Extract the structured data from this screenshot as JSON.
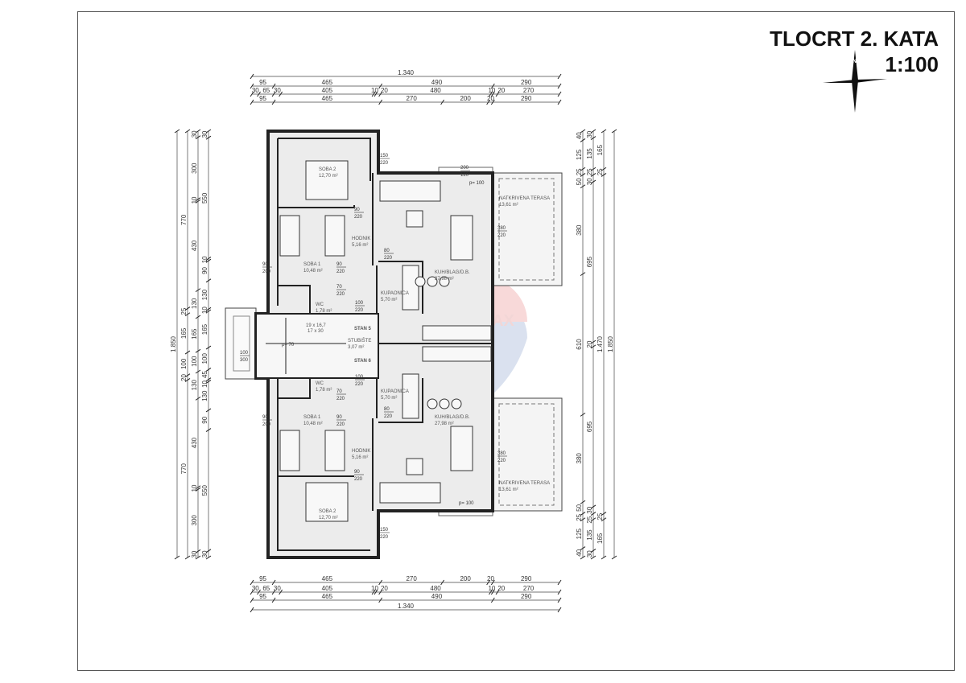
{
  "title": {
    "line1": "TLOCRT 2. KATA",
    "scale": "1:100"
  },
  "compass": {
    "label": "N"
  },
  "watermark": "RE/MAX",
  "dimensions": {
    "top": [
      [
        "1.340"
      ],
      [
        "95",
        "465",
        "490",
        "290"
      ],
      [
        "30",
        "65",
        "30",
        "405",
        "10",
        "20",
        "480",
        "10",
        "20",
        "270"
      ],
      [
        "95",
        "465",
        "270",
        "200",
        "20",
        "290"
      ]
    ],
    "bottom": [
      [
        "95",
        "465",
        "270",
        "200",
        "20",
        "290"
      ],
      [
        "30",
        "65",
        "30",
        "405",
        "10",
        "20",
        "480",
        "10",
        "20",
        "270"
      ],
      [
        "95",
        "465",
        "490",
        "290"
      ],
      [
        "1.340"
      ]
    ],
    "left": [
      [
        "1.850"
      ],
      [
        "770",
        "25",
        "165",
        "100",
        "20",
        "770"
      ],
      [
        "30",
        "300",
        "10",
        "430",
        "130",
        "165",
        "100",
        "130",
        "430",
        "10",
        "300",
        "30"
      ],
      [
        "30",
        "550",
        "10",
        "90",
        "130",
        "10",
        "165",
        "100",
        "45",
        "10",
        "130",
        "90",
        "550",
        "30"
      ]
    ],
    "right": [
      [
        "40",
        "125",
        "25",
        "50",
        "380",
        "610",
        "380",
        "50",
        "25",
        "125",
        "40"
      ],
      [
        "30",
        "135",
        "25",
        "30",
        "695",
        "20",
        "695",
        "30",
        "25",
        "135",
        "30"
      ],
      [
        "165",
        "25",
        "1.470",
        "25",
        "165"
      ],
      [
        "1.850"
      ]
    ]
  },
  "rooms": [
    {
      "name": "SOBA 2",
      "area": "12,70 m²"
    },
    {
      "name": "HODNIK",
      "area": "5,16 m²"
    },
    {
      "name": "SOBA 1",
      "area": "10,48 m²"
    },
    {
      "name": "WC",
      "area": "1,78 m²"
    },
    {
      "name": "KUPAONICA",
      "area": "5,70 m²"
    },
    {
      "name": "KUH/BLAG/D.B.",
      "area": "27,98 m²"
    },
    {
      "name": "NATKRIVENA TERASA",
      "area": "13,61 m²"
    },
    {
      "name": "STUBIŠTE",
      "area": "3,07 m²"
    },
    {
      "name": "WC",
      "area": "1,78 m²"
    },
    {
      "name": "KUPAONICA",
      "area": "5,70 m²"
    },
    {
      "name": "SOBA 1",
      "area": "10,48 m²"
    },
    {
      "name": "KUH/BLAG/D.B.",
      "area": "27,98 m²"
    },
    {
      "name": "HODNIK",
      "area": "5,16 m²"
    },
    {
      "name": "SOBA 2",
      "area": "12,70 m²"
    },
    {
      "name": "NATKRIVENA TERASA",
      "area": "13,61 m²"
    }
  ],
  "stair": {
    "line1": "19 x 16,7",
    "line2": "17 x 30",
    "stan_top": "STAN 5",
    "stan_bottom": "STAN 6"
  },
  "openings": [
    [
      "150",
      "220"
    ],
    [
      "90",
      "220"
    ],
    [
      "90",
      "200"
    ],
    [
      "90",
      "220"
    ],
    [
      "80",
      "220"
    ],
    [
      "70",
      "220"
    ],
    [
      "100",
      "220"
    ],
    [
      "380",
      "220"
    ],
    [
      "200",
      "120"
    ],
    [
      "p= 100"
    ],
    [
      "100",
      "300"
    ],
    [
      "p= 70"
    ],
    [
      "100",
      "220"
    ],
    [
      "70",
      "220"
    ],
    [
      "80",
      "220"
    ],
    [
      "90",
      "220"
    ],
    [
      "90",
      "200"
    ],
    [
      "90",
      "220"
    ],
    [
      "380",
      "220"
    ],
    [
      "150",
      "220"
    ],
    [
      "p= 100"
    ]
  ]
}
